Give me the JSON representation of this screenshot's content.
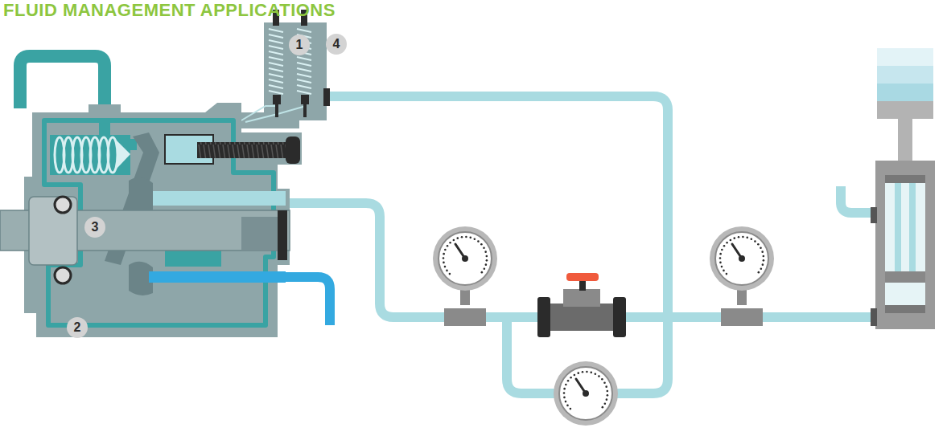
{
  "diagram": {
    "title": "FLUID MANAGEMENT APPLICATIONS",
    "nodes": [
      {
        "text": [
          "1"
        ]
      },
      {
        "text": [
          "4"
        ]
      },
      {
        "text": [
          "3"
        ]
      },
      {
        "text": [
          "2"
        ]
      }
    ]
  }
}
